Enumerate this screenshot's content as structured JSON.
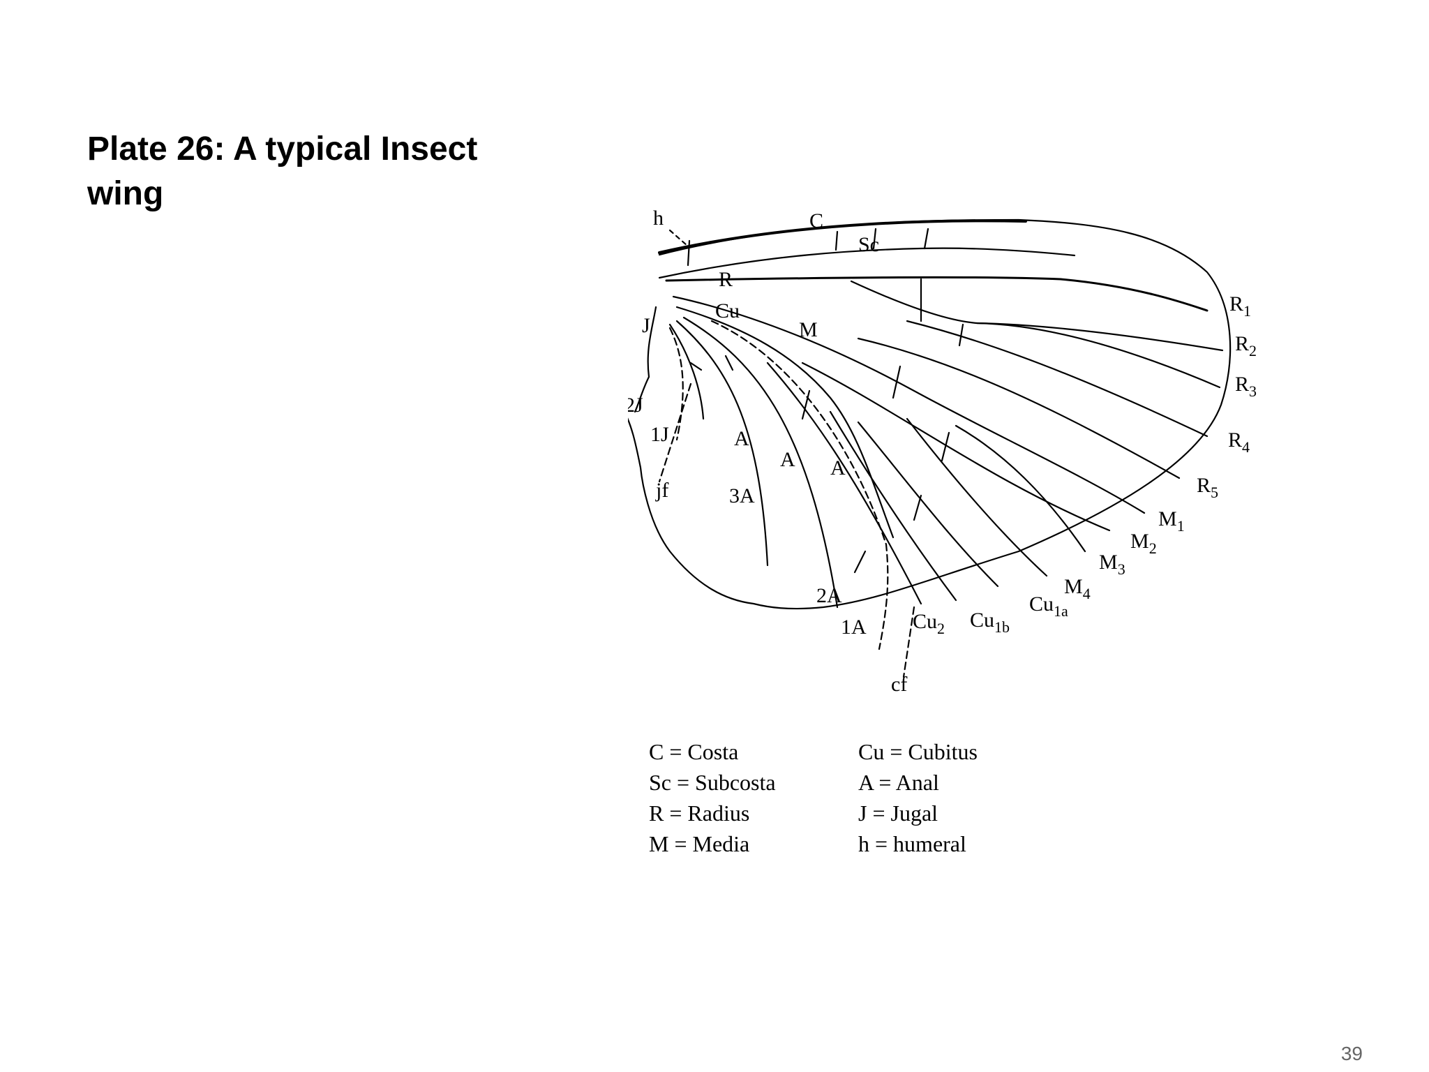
{
  "slide": {
    "title_line1": "Plate 26: A typical Insect",
    "title_line2": "wing",
    "page_number": "39"
  },
  "figure": {
    "vein_labels": {
      "h": "h",
      "C": "C",
      "Sc": "Sc",
      "R": "R",
      "Cu": "Cu",
      "M": "M",
      "R1": "R",
      "R1_sub": "1",
      "R2": "R",
      "R2_sub": "2",
      "R3": "R",
      "R3_sub": "3",
      "R4": "R",
      "R4_sub": "4",
      "R5": "R",
      "R5_sub": "5",
      "M1": "M",
      "M1_sub": "1",
      "M2": "M",
      "M2_sub": "2",
      "M3": "M",
      "M3_sub": "3",
      "M4": "M",
      "M4_sub": "4",
      "Cu1a": "Cu",
      "Cu1a_sub": "1a",
      "Cu1b": "Cu",
      "Cu1b_sub": "1b",
      "Cu2": "Cu",
      "Cu2_sub": "2",
      "cf": "cf",
      "1A": "1A",
      "2A": "2A",
      "3A": "3A",
      "A": "A",
      "2J": "2J",
      "1J": "1J",
      "jf": "jf",
      "J": "J"
    },
    "legend": {
      "left": [
        "C  =  Costa",
        "Sc =  Subcosta",
        "R  =  Radius",
        "M  =  Media"
      ],
      "right": [
        "Cu =  Cubitus",
        "A  =  Anal",
        "J  =  Jugal",
        "h  =  humeral"
      ]
    }
  }
}
